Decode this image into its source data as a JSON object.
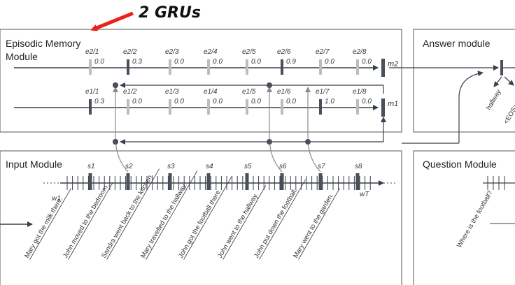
{
  "annotation": "2 GRUs",
  "modules": {
    "episodic": [
      "Episodic Memory",
      "Module"
    ],
    "answer": "Answer module",
    "input": "Input Module",
    "question": "Question Module"
  },
  "episodes": [
    {
      "memory_label": "m",
      "memory_superscript": "2",
      "gates": [
        {
          "sub": "1",
          "value": "0.0"
        },
        {
          "sub": "2",
          "value": "0.3"
        },
        {
          "sub": "3",
          "value": "0.0"
        },
        {
          "sub": "4",
          "value": "0.0"
        },
        {
          "sub": "5",
          "value": "0.0"
        },
        {
          "sub": "6",
          "value": "0.9"
        },
        {
          "sub": "7",
          "value": "0.0"
        },
        {
          "sub": "8",
          "value": "0.0"
        }
      ]
    },
    {
      "memory_label": "m",
      "memory_superscript": "1",
      "gates": [
        {
          "sub": "1",
          "value": "0.3"
        },
        {
          "sub": "2",
          "value": "0.0"
        },
        {
          "sub": "3",
          "value": "0.0"
        },
        {
          "sub": "4",
          "value": "0.0"
        },
        {
          "sub": "5",
          "value": "0.0"
        },
        {
          "sub": "6",
          "value": "0.0"
        },
        {
          "sub": "7",
          "value": "1.0"
        },
        {
          "sub": "8",
          "value": "0.0"
        }
      ]
    }
  ],
  "input_states": [
    "s1",
    "s2",
    "s3",
    "s4",
    "s5",
    "s6",
    "s7",
    "s8"
  ],
  "word_labels": {
    "first": "w1",
    "last": "wT"
  },
  "sentences": [
    "Mary got the milk there.",
    "John moved to the bedroom.",
    "Sandra went back to the kitchen.",
    "Mary travelled to the hallway.",
    "John got the football there.",
    "John went to the hallway.",
    "John put down the football.",
    "Mary went to the garden."
  ],
  "answer_outputs": [
    "hallway",
    "<EOS>"
  ],
  "question": "Where is the football?",
  "colors": {
    "annotation_arrow": "#e8231c",
    "box_border": "#555555",
    "line": "#3a3f4a",
    "state_bar": "#4a4f5c",
    "gate_bar": "#bdbdbd",
    "connector": "#8a8a8a"
  }
}
